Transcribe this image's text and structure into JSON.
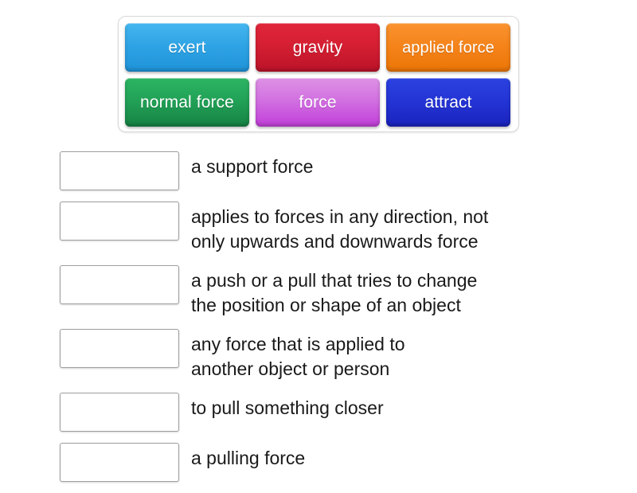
{
  "activity": {
    "type": "match-up",
    "word_bank": {
      "tiles": [
        {
          "label": "exert",
          "color": "#2ea3e4",
          "color_name": "blue",
          "swatch": "t-blue"
        },
        {
          "label": "gravity",
          "color": "#d61f32",
          "color_name": "red",
          "swatch": "t-red"
        },
        {
          "label": "applied force",
          "color": "#f5841b",
          "color_name": "orange",
          "swatch": "t-orange"
        },
        {
          "label": "normal force",
          "color": "#22a257",
          "color_name": "green",
          "swatch": "t-green"
        },
        {
          "label": "force",
          "color": "#d271e1",
          "color_name": "purple",
          "swatch": "t-purple"
        },
        {
          "label": "attract",
          "color": "#2435d6",
          "color_name": "navy",
          "swatch": "t-navy"
        }
      ]
    },
    "rows": [
      {
        "answer": "",
        "definition_lines": [
          "a support force"
        ]
      },
      {
        "answer": "",
        "definition_lines": [
          "applies to forces in any direction, not",
          "only upwards and downwards force"
        ]
      },
      {
        "answer": "",
        "definition_lines": [
          "a push or a pull that tries to change",
          "the position or shape of an object"
        ]
      },
      {
        "answer": "",
        "definition_lines": [
          "any force that is applied to",
          "another object or person"
        ]
      },
      {
        "answer": "",
        "definition_lines": [
          "to pull something closer"
        ]
      },
      {
        "answer": "",
        "definition_lines": [
          "a pulling force"
        ]
      }
    ]
  }
}
